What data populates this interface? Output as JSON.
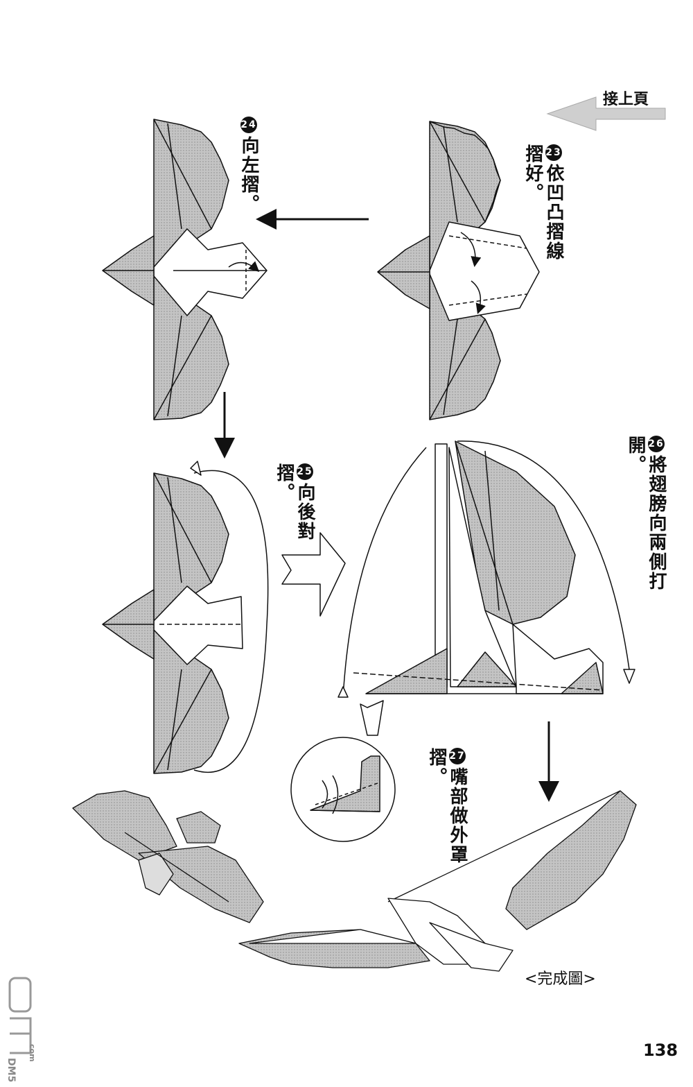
{
  "continue_label": "接上頁",
  "steps": [
    {
      "num": "23",
      "text": "依凹凸摺線摺好。"
    },
    {
      "num": "24",
      "text": "向左摺。"
    },
    {
      "num": "25",
      "text": "向後對摺。"
    },
    {
      "num": "26",
      "text": "將翅膀向兩側打開。"
    },
    {
      "num": "27",
      "text": "嘴部做外罩摺。"
    }
  ],
  "caption": "<完成圖>",
  "page_number": "138",
  "watermark": {
    "logo": "DM5",
    "sub": "com"
  },
  "colors": {
    "ink": "#111111",
    "shade": "#b4b4b4",
    "arrow_gray": "#c8c8c8",
    "paper": "#ffffff"
  }
}
